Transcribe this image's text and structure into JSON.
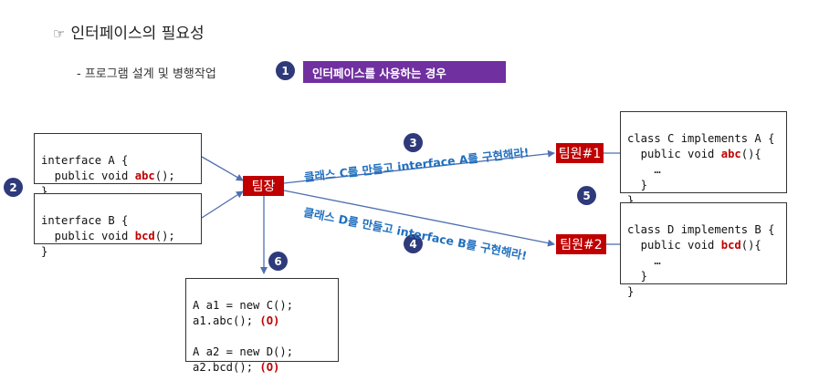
{
  "title": {
    "icon": "pointing-hand-icon",
    "glyph": "☞",
    "text": "인터페이스의 필요성"
  },
  "subtitle": "- 프로그램 설계 및 병행작업",
  "banner": "인터페이스를 사용하는 경우",
  "badges": [
    "1",
    "2",
    "3",
    "4",
    "5",
    "6"
  ],
  "leader": "팀장",
  "member1": "팀원#1",
  "member2": "팀원#2",
  "arrow_label_c": "클래스 C를 만들고 interface A를 구현해라!",
  "arrow_label_d": "클래스 D를 만들고 interface B를 구현해라!",
  "iface_a": {
    "l1": "interface A {",
    "l2a": "  public void ",
    "l2b": "abc",
    "l2c": "();",
    "l3": "}"
  },
  "iface_b": {
    "l1": "interface B {",
    "l2a": "  public void ",
    "l2b": "bcd",
    "l2c": "();",
    "l3": "}"
  },
  "class_c": {
    "l1": "class C implements A {",
    "l2a": "  public void ",
    "l2b": "abc",
    "l2c": "(){",
    "l3": "    …",
    "l4": "  }",
    "l5": "}"
  },
  "class_d": {
    "l1": "class D implements B {",
    "l2a": "  public void ",
    "l2b": "bcd",
    "l2c": "(){",
    "l3": "    …",
    "l4": "  }",
    "l5": "}"
  },
  "usage": {
    "l1": "A a1 = new C();",
    "l2a": "a1.abc(); ",
    "l2b": "(O)",
    "l3": "A a2 = new D();",
    "l4a": "a2.bcd(); ",
    "l4b": "(O)"
  },
  "colors": {
    "badge": "#2e3a7a",
    "banner": "#7030a0",
    "tag": "#c00000",
    "arrow": "#4f6fb0",
    "label": "#1f6fbf",
    "keyword": "#c00000"
  }
}
